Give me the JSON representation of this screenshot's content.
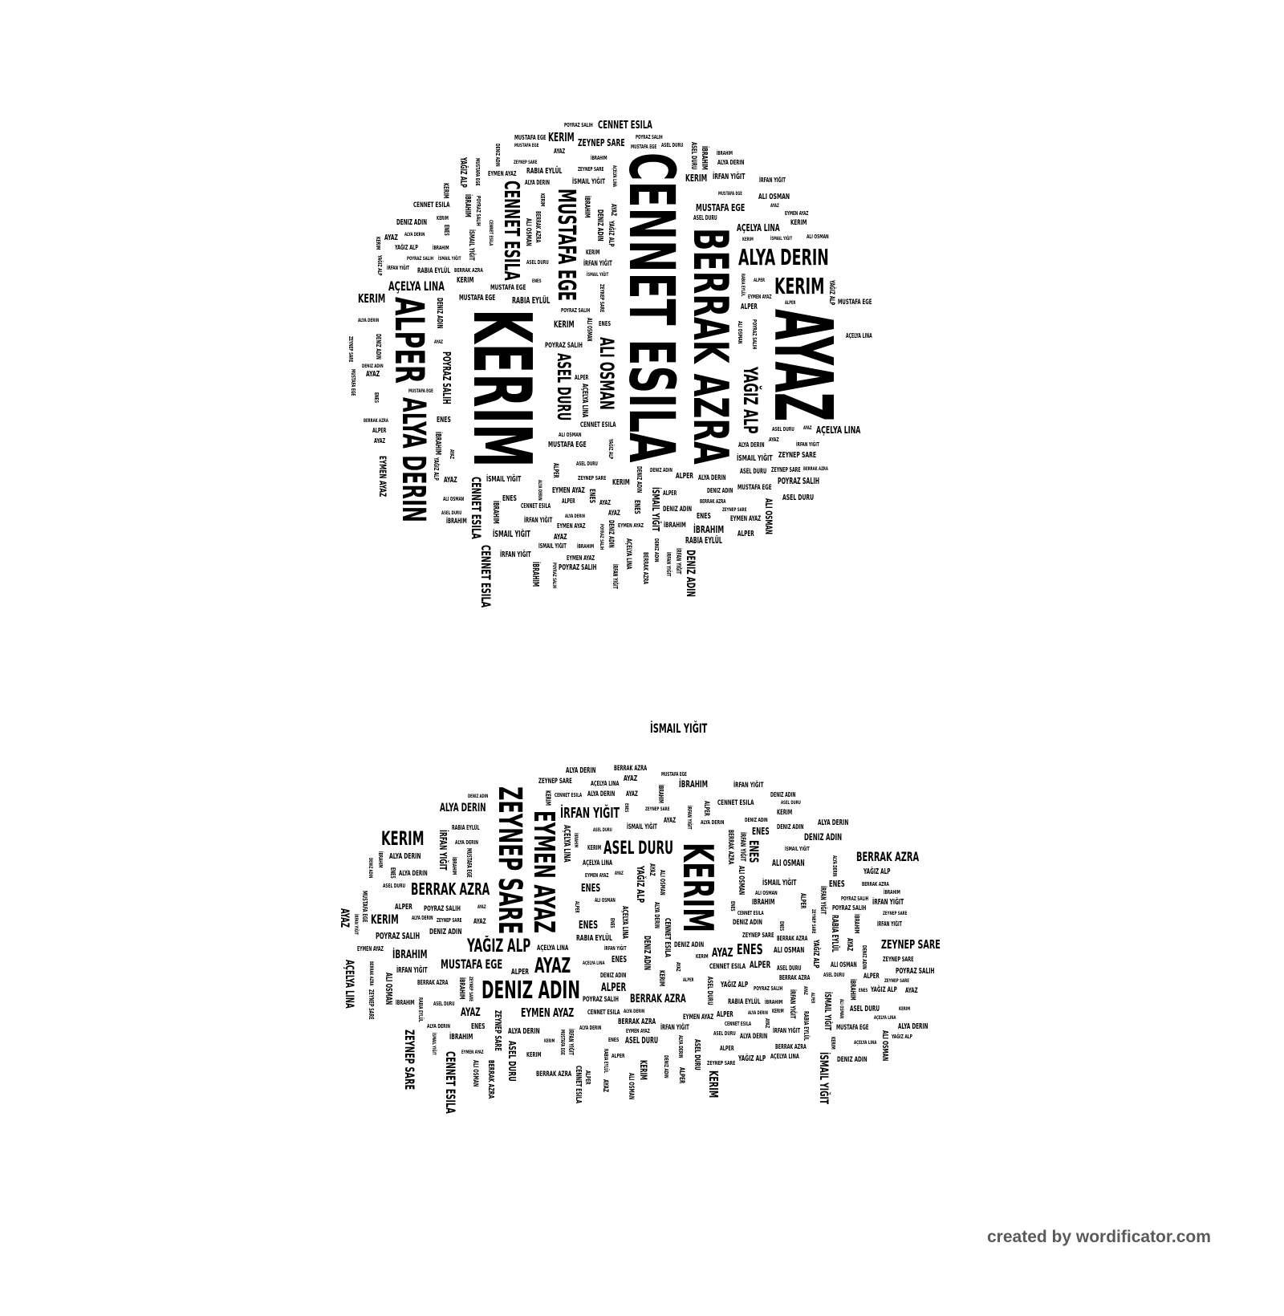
{
  "words": [
    "KERIM",
    "CENNET ESILA",
    "BERRAK AZRA",
    "AYAZ",
    "ALPER",
    "ALYA DERIN",
    "MUSTAFA EGE",
    "ZEYNEP SARE",
    "İBRAHIM",
    "ENES",
    "İRFAN YIĞIT",
    "ALI OSMAN",
    "ASEL DURU",
    "YAĞIZ ALP",
    "EYMEN AYAZ",
    "İSMAIL YIĞIT",
    "AÇELYA LINA",
    "DENIZ ADIN",
    "RABIA EYLÜL",
    "POYRAZ SALIH"
  ],
  "big": {
    "cennet": "CENNET ESILA",
    "berrak": "BERRAK AZRA",
    "kerim": "KERIM",
    "ayaz": "AYAZ",
    "alper": "ALPER",
    "alya": "ALYA DERIN",
    "mustafa": "MUSTAFA EGE",
    "cennet2": "CENNET ESILA",
    "alya2": "ALYA DERIN",
    "kerim2": "KERIM",
    "ali": "ALI OSMAN",
    "asel": "ASEL DURU",
    "yagiz": "YAĞIZ ALP",
    "kerim3": "KERIM",
    "zeynep": "ZEYNEP SARE",
    "eymen": "EYMEN AYAZ",
    "deniz": "DENIZ ADIN",
    "ayaz2": "AYAZ",
    "asel2": "ASEL DURU",
    "berrak2": "BERRAK AZRA",
    "yagiz2": "YAĞIZ ALP",
    "mustafa2": "MUSTAFA EGE",
    "irfan": "İRFAN YIĞIT",
    "kerim4": "KERIM",
    "enes": "ENES",
    "ismail": "İSMAIL YIĞIT"
  },
  "footer": "created by wordificator.com"
}
